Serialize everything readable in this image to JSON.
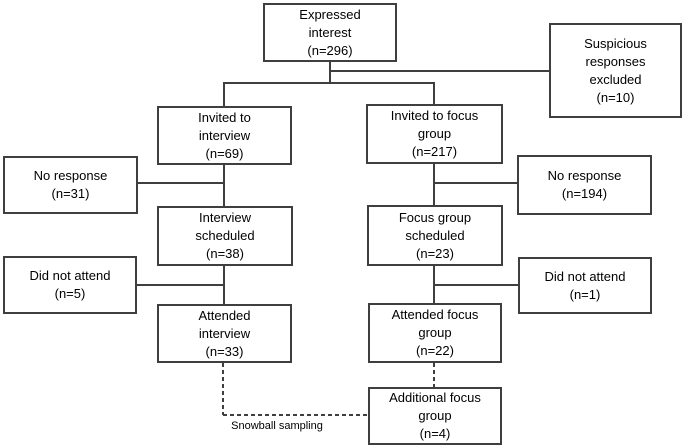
{
  "colors": {
    "background": "#ffffff",
    "box_fill": "#ffffff",
    "box_border": "#3f3f3f",
    "connector": "#3f3f3f",
    "text": "#000000"
  },
  "flowchart": {
    "boxes": {
      "expressed_interest": "Expressed\ninterest\n(n=296)",
      "suspicious_excluded": "Suspicious\nresponses\nexcluded\n(n=10)",
      "invited_interview": "Invited to\ninterview\n(n=69)",
      "invited_focus_group": "Invited to focus\ngroup\n(n=217)",
      "no_response_interview": "No response\n(n=31)",
      "no_response_focus": "No response\n(n=194)",
      "interview_scheduled": "Interview\nscheduled\n(n=38)",
      "focus_group_scheduled": "Focus group\nscheduled\n(n=23)",
      "did_not_attend_interview": "Did not attend\n(n=5)",
      "did_not_attend_focus": "Did not attend\n(n=1)",
      "attended_interview": "Attended\ninterview\n(n=33)",
      "attended_focus_group": "Attended focus\ngroup\n(n=22)",
      "additional_focus_group": "Additional focus\ngroup\n(n=4)"
    },
    "annotations": {
      "snowball_sampling": "Snowball sampling"
    }
  }
}
